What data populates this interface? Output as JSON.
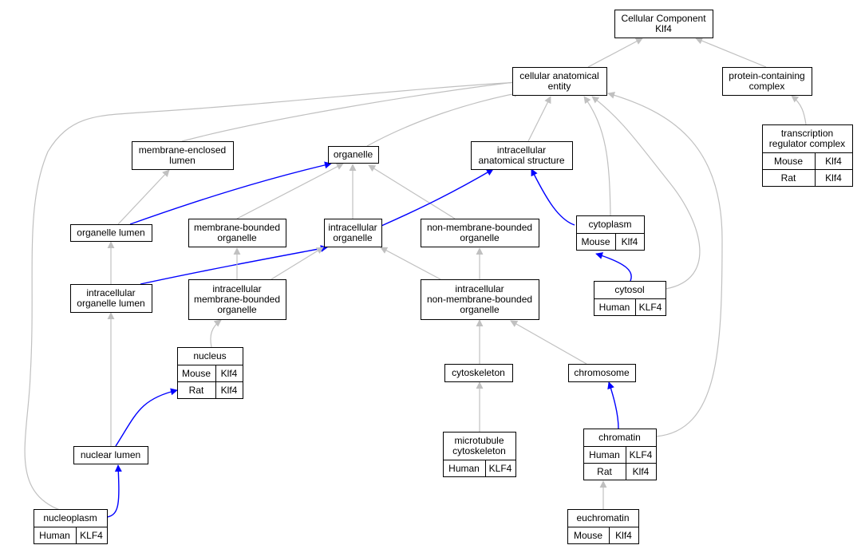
{
  "colors": {
    "gray_edge": "#c0c0c0",
    "blue_edge": "#0000ff",
    "Mouse": "#add8e6",
    "Rat": "#ffd700",
    "Human": "#fa6347"
  },
  "nodes": [
    {
      "id": "cc",
      "lines": [
        "Cellular Component",
        "Klf4"
      ],
      "rows": []
    },
    {
      "id": "cae",
      "lines": [
        "cellular anatomical",
        "entity"
      ],
      "rows": []
    },
    {
      "id": "pcc",
      "lines": [
        "protein-containing",
        "complex"
      ],
      "rows": []
    },
    {
      "id": "trc",
      "lines": [
        "transcription",
        "regulator complex"
      ],
      "rows": [
        [
          "Mouse",
          "Klf4"
        ],
        [
          "Rat",
          "Klf4"
        ]
      ]
    },
    {
      "id": "mel",
      "lines": [
        "membrane-enclosed",
        "lumen"
      ],
      "rows": []
    },
    {
      "id": "org",
      "lines": [
        "organelle"
      ],
      "rows": []
    },
    {
      "id": "ias",
      "lines": [
        "intracellular",
        "anatomical structure"
      ],
      "rows": []
    },
    {
      "id": "ol",
      "lines": [
        "organelle lumen"
      ],
      "rows": []
    },
    {
      "id": "mbo",
      "lines": [
        "membrane-bounded",
        "organelle"
      ],
      "rows": []
    },
    {
      "id": "io",
      "lines": [
        "intracellular",
        "organelle"
      ],
      "rows": []
    },
    {
      "id": "nmbo",
      "lines": [
        "non-membrane-bounded",
        "organelle"
      ],
      "rows": []
    },
    {
      "id": "cyto",
      "lines": [
        "cytoplasm"
      ],
      "rows": [
        [
          "Mouse",
          "Klf4"
        ]
      ]
    },
    {
      "id": "iol",
      "lines": [
        "intracellular",
        "organelle lumen"
      ],
      "rows": []
    },
    {
      "id": "imbo",
      "lines": [
        "intracellular",
        "membrane-bounded",
        "organelle"
      ],
      "rows": []
    },
    {
      "id": "inmbo",
      "lines": [
        "intracellular",
        "non-membrane-bounded",
        "organelle"
      ],
      "rows": []
    },
    {
      "id": "cytosol",
      "lines": [
        "cytosol"
      ],
      "rows": [
        [
          "Human",
          "KLF4"
        ]
      ]
    },
    {
      "id": "nuc",
      "lines": [
        "nucleus"
      ],
      "rows": [
        [
          "Mouse",
          "Klf4"
        ],
        [
          "Rat",
          "Klf4"
        ]
      ]
    },
    {
      "id": "csk",
      "lines": [
        "cytoskeleton"
      ],
      "rows": []
    },
    {
      "id": "chr",
      "lines": [
        "chromosome"
      ],
      "rows": []
    },
    {
      "id": "nl",
      "lines": [
        "nuclear lumen"
      ],
      "rows": []
    },
    {
      "id": "mtc",
      "lines": [
        "microtubule",
        "cytoskeleton"
      ],
      "rows": [
        [
          "Human",
          "KLF4"
        ]
      ]
    },
    {
      "id": "chrt",
      "lines": [
        "chromatin"
      ],
      "rows": [
        [
          "Human",
          "KLF4"
        ],
        [
          "Rat",
          "Klf4"
        ]
      ]
    },
    {
      "id": "eu",
      "lines": [
        "euchromatin"
      ],
      "rows": [
        [
          "Mouse",
          "Klf4"
        ]
      ]
    },
    {
      "id": "np",
      "lines": [
        "nucleoplasm"
      ],
      "rows": [
        [
          "Human",
          "KLF4"
        ]
      ]
    }
  ],
  "edges": [
    {
      "from": "cae",
      "to": "cc",
      "color": "gray"
    },
    {
      "from": "pcc",
      "to": "cc",
      "color": "gray"
    },
    {
      "from": "trc",
      "to": "pcc",
      "color": "gray"
    },
    {
      "from": "mel",
      "to": "cae",
      "color": "gray"
    },
    {
      "from": "org",
      "to": "cae",
      "color": "gray"
    },
    {
      "from": "ias",
      "to": "cae",
      "color": "gray"
    },
    {
      "from": "cyto",
      "to": "cae",
      "color": "gray"
    },
    {
      "from": "cytosol",
      "to": "cae",
      "color": "gray"
    },
    {
      "from": "chrt",
      "to": "cae",
      "color": "gray"
    },
    {
      "from": "np",
      "to": "cae",
      "color": "gray"
    },
    {
      "from": "ol",
      "to": "mel",
      "color": "gray"
    },
    {
      "from": "ol",
      "to": "org",
      "color": "blue"
    },
    {
      "from": "mbo",
      "to": "org",
      "color": "gray"
    },
    {
      "from": "io",
      "to": "org",
      "color": "gray"
    },
    {
      "from": "nmbo",
      "to": "org",
      "color": "gray"
    },
    {
      "from": "io",
      "to": "ias",
      "color": "blue"
    },
    {
      "from": "cyto",
      "to": "ias",
      "color": "blue"
    },
    {
      "from": "iol",
      "to": "ol",
      "color": "gray"
    },
    {
      "from": "iol",
      "to": "io",
      "color": "blue"
    },
    {
      "from": "imbo",
      "to": "mbo",
      "color": "gray"
    },
    {
      "from": "imbo",
      "to": "io",
      "color": "gray"
    },
    {
      "from": "inmbo",
      "to": "io",
      "color": "gray"
    },
    {
      "from": "inmbo",
      "to": "nmbo",
      "color": "gray"
    },
    {
      "from": "cytosol",
      "to": "cyto",
      "color": "blue"
    },
    {
      "from": "nuc",
      "to": "imbo",
      "color": "gray"
    },
    {
      "from": "csk",
      "to": "inmbo",
      "color": "gray"
    },
    {
      "from": "chr",
      "to": "inmbo",
      "color": "gray"
    },
    {
      "from": "nl",
      "to": "iol",
      "color": "gray"
    },
    {
      "from": "nl",
      "to": "nuc",
      "color": "blue"
    },
    {
      "from": "mtc",
      "to": "csk",
      "color": "gray"
    },
    {
      "from": "chrt",
      "to": "chr",
      "color": "blue"
    },
    {
      "from": "eu",
      "to": "chrt",
      "color": "gray"
    },
    {
      "from": "np",
      "to": "nl",
      "color": "blue"
    }
  ]
}
